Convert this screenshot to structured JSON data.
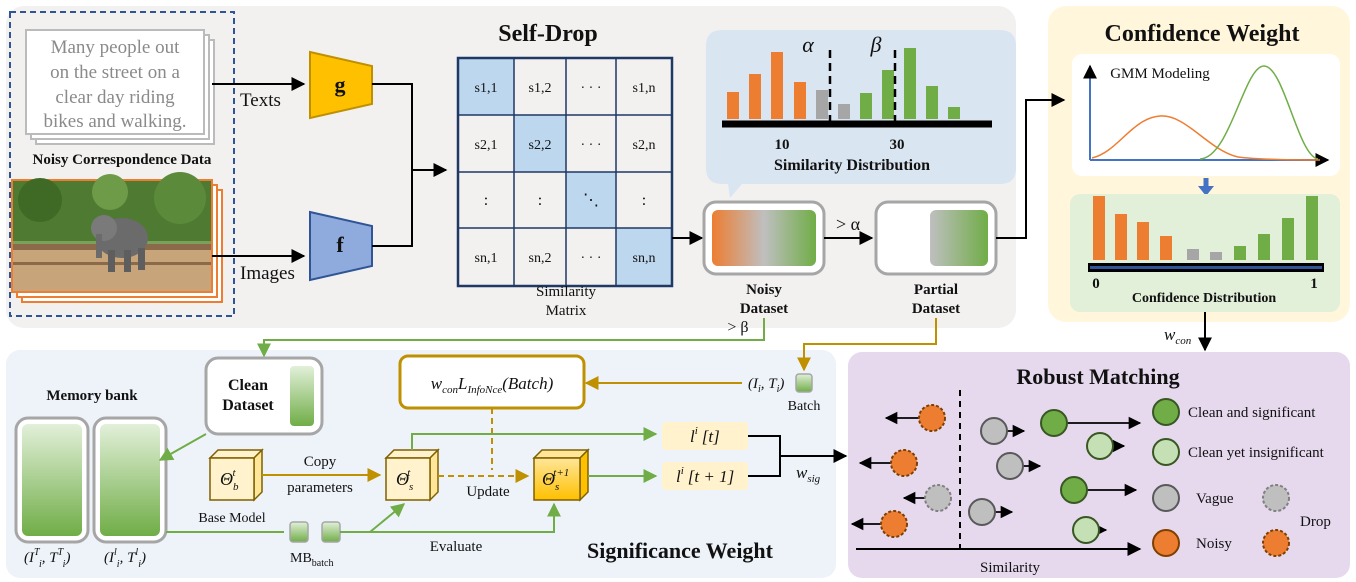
{
  "self_drop": {
    "title": "Self-Drop",
    "caption_text": "Many people out on the street on a clear day riding bikes and walking.",
    "caption_lines": [
      "Many people out",
      "on the street on a",
      "clear day riding",
      "bikes and walking."
    ],
    "noisy_data_label": "Noisy Correspondence Data",
    "texts_label": "Texts",
    "images_label": "Images",
    "encoder_g": "g",
    "encoder_f": "f",
    "matrix_cells": [
      [
        "s1,1",
        "s1,2",
        "· · ·",
        "s1,n"
      ],
      [
        "s2,1",
        "s2,2",
        "· · ·",
        "s2,n"
      ],
      [
        ":",
        ":",
        "⋱",
        ":"
      ],
      [
        "sn,1",
        "sn,2",
        "· · ·",
        "sn,n"
      ]
    ],
    "matrix_label_1": "Similarity",
    "matrix_label_2": "Matrix",
    "alpha": "α",
    "beta": "β",
    "tick_10": "10",
    "tick_30": "30",
    "similarity_distribution": "Similarity Distribution",
    "noisy_dataset_1": "Noisy",
    "noisy_dataset_2": "Dataset",
    "gt_alpha": "> α",
    "partial_dataset_1": "Partial",
    "partial_dataset_2": "Dataset",
    "gt_beta": "> β"
  },
  "confidence": {
    "title": "Confidence Weight",
    "gmm_label": "GMM Modeling",
    "axis_0": "0",
    "axis_1": "1",
    "distribution_label": "Confidence Distribution",
    "w_con": "w",
    "w_con_sub": "con"
  },
  "significance": {
    "title": "Significance Weight",
    "memory_bank": "Memory bank",
    "clean_dataset_1": "Clean",
    "clean_dataset_2": "Dataset",
    "loss_w": "w",
    "loss_sub": "con",
    "loss_L": "L",
    "loss_L_sub": "InfoNce",
    "loss_arg": "(Batch)",
    "pair_label": "(I",
    "batch_label": "Batch",
    "theta_b": "Θ",
    "theta_b_sub": "b",
    "theta_b_sup": "t",
    "theta_s": "Θ",
    "theta_s_sub": "s",
    "theta_s_sup": "t",
    "theta_s1_sup": "t+1",
    "base_model": "Base Model",
    "copy_1": "Copy",
    "copy_2": "parameters",
    "update": "Update",
    "evaluate": "Evaluate",
    "mb_batch": "MB",
    "mb_sub": "batch",
    "l_t": "l",
    "l_t_tail": "[t]",
    "l_t1_tail": "[t + 1]",
    "w_sig": "w",
    "w_sig_sub": "sig",
    "mem_label_1": "(I",
    "mem_label_2": "(I"
  },
  "robust": {
    "title": "Robust Matching",
    "similarity_axis": "Similarity",
    "legend_clean_sig": "Clean and significant",
    "legend_clean_insig": "Clean yet insignificant",
    "legend_vague": "Vague",
    "legend_noisy": "Noisy",
    "legend_drop": "Drop"
  },
  "colors": {
    "orange": "#ED7D31",
    "green": "#70AD47",
    "light_green": "#C5E0B4",
    "gray": "#A6A6A6",
    "blue_cell": "#BDD7EE",
    "encoder_g": "#FFC000",
    "encoder_f": "#4472C4",
    "gold": "#BF9000"
  }
}
